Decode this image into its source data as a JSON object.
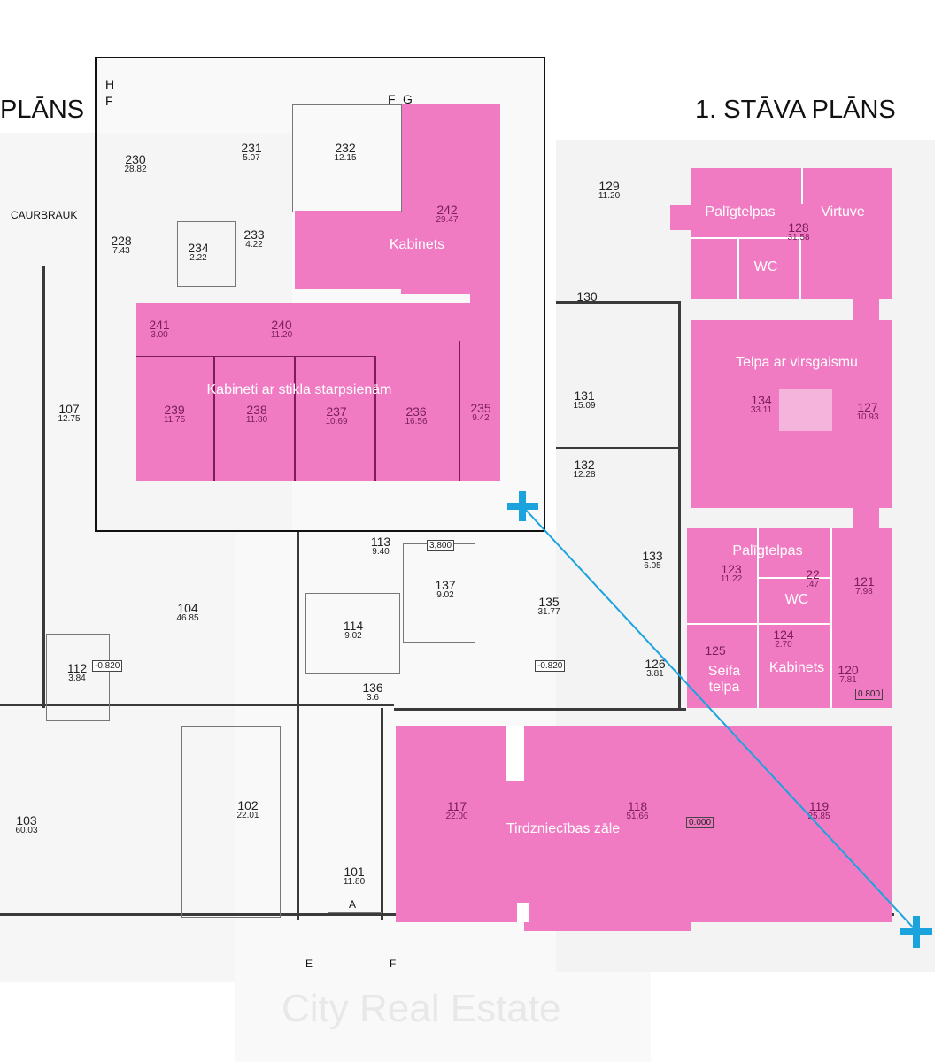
{
  "titles": {
    "left": "PLĀNS",
    "right": "1. STĀVA PLĀNS"
  },
  "annotations": {
    "driveway": "CAURBRAUK",
    "watermark": "City Real Estate"
  },
  "axis_letters": {
    "h": "H",
    "f_top": "F",
    "f": "F",
    "g": "G",
    "e_bottom": "E",
    "f_bottom": "F",
    "a": "A"
  },
  "rooms": [
    {
      "number": "230",
      "area": "28.82"
    },
    {
      "number": "231",
      "area": "5.07"
    },
    {
      "number": "232",
      "area": "12.15"
    },
    {
      "number": "228",
      "area": "7.43"
    },
    {
      "number": "234",
      "area": "2.22"
    },
    {
      "number": "233",
      "area": "4.22"
    },
    {
      "number": "242",
      "area": "29.47"
    },
    {
      "number": "241",
      "area": "3.00"
    },
    {
      "number": "240",
      "area": "11.20"
    },
    {
      "number": "239",
      "area": "11.75"
    },
    {
      "number": "238",
      "area": "11.80"
    },
    {
      "number": "237",
      "area": "10.69"
    },
    {
      "number": "236",
      "area": "16.56"
    },
    {
      "number": "235",
      "area": "9.42"
    },
    {
      "number": "129",
      "area": "11.20"
    },
    {
      "number": "128",
      "area": "31.58"
    },
    {
      "number": "130",
      "area": ""
    },
    {
      "number": "131",
      "area": "15.09"
    },
    {
      "number": "132",
      "area": "12.28"
    },
    {
      "number": "134",
      "area": "33.11"
    },
    {
      "number": "127",
      "area": "10.93"
    },
    {
      "number": "133",
      "area": "6.05"
    },
    {
      "number": "123",
      "area": "11.22"
    },
    {
      "number": "22",
      "area": ".47"
    },
    {
      "number": "121",
      "area": "7.98"
    },
    {
      "number": "124",
      "area": "2.70"
    },
    {
      "number": "125",
      "area": ""
    },
    {
      "number": "120",
      "area": "7.81"
    },
    {
      "number": "126",
      "area": "3.81"
    },
    {
      "number": "113",
      "area": "9.40"
    },
    {
      "number": "137",
      "area": "9.02"
    },
    {
      "number": "135",
      "area": "31.77"
    },
    {
      "number": "114",
      "area": "9.02"
    },
    {
      "number": "104",
      "area": "46.85"
    },
    {
      "number": "107",
      "area": "12.75"
    },
    {
      "number": "112",
      "area": "3.84"
    },
    {
      "number": "136",
      "area": "3.6"
    },
    {
      "number": "102",
      "area": "22.01"
    },
    {
      "number": "103",
      "area": "60.03"
    },
    {
      "number": "101",
      "area": "11.80"
    },
    {
      "number": "117",
      "area": "22.00"
    },
    {
      "number": "118",
      "area": "51.66"
    },
    {
      "number": "119",
      "area": "25.85"
    }
  ],
  "zone_labels": [
    "Kabinets",
    "Kabineti ar stikla starpsienām",
    "Palīgtelpas",
    "Virtuve",
    "WC",
    "Telpa ar virsgaismu",
    "Palīgtelpas",
    "WC",
    "Seifa telpa",
    "Kabinets",
    "Tirdzniecības zāle"
  ],
  "levels": [
    "-0.820",
    "-0.820",
    "0.000",
    "0.800",
    "3,800"
  ],
  "colors": {
    "highlight": "#f07bc3",
    "link_line": "#1ba3de"
  }
}
